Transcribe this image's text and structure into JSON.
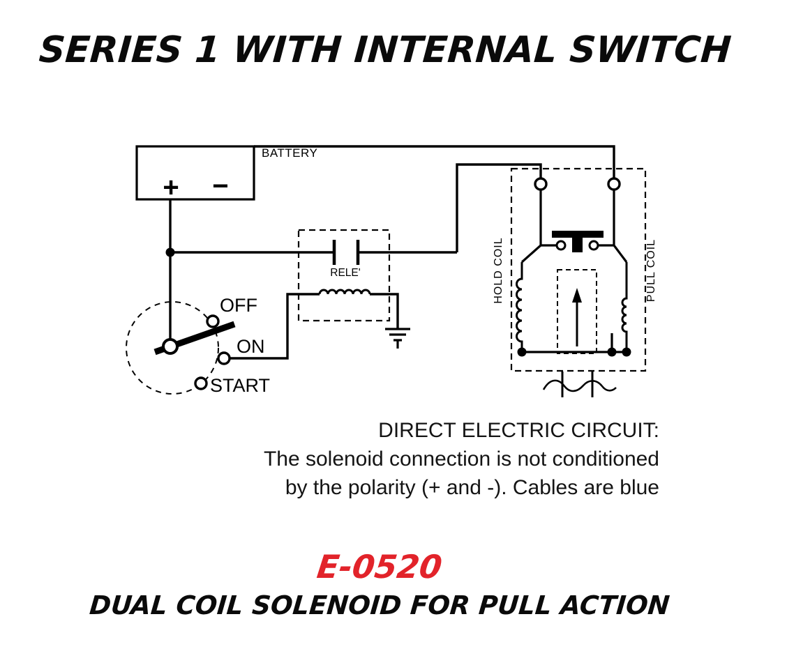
{
  "page": {
    "title": "SERIES 1 WITH INTERNAL SWITCH",
    "part_number": "E-0520",
    "subtitle": "DUAL COIL SOLENOID FOR PULL ACTION"
  },
  "note": {
    "line1": "DIRECT ELECTRIC CIRCUIT:",
    "line2": "The solenoid connection is not conditioned",
    "line3": "by the polarity (+ and -). Cables are blue"
  },
  "diagram": {
    "battery_label": "BATTERY",
    "battery_plus": "+",
    "battery_minus": "−",
    "relay_label": "RELE'",
    "switch": {
      "off_label": "OFF",
      "on_label": "ON",
      "start_label": "START"
    },
    "solenoid": {
      "hold_coil_label": "HOLD COIL",
      "pull_coil_label": "PULL COIL"
    }
  },
  "colors": {
    "accent_red": "#e2232a",
    "line_black": "#000000"
  }
}
